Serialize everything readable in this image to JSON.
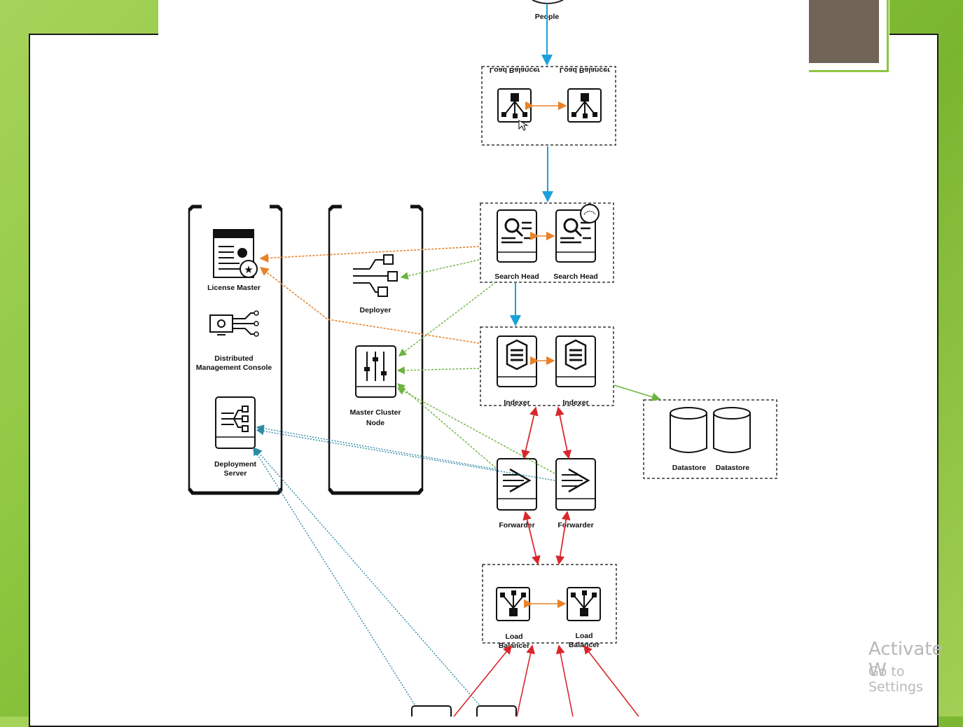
{
  "diagram": {
    "people": "People",
    "load_balancer": "Load Balancer",
    "load_balancer_flipped": "Load Balancer",
    "search_head": "Search Head",
    "indexer": "Indexer",
    "forwarder": "Forwarder",
    "datastore": "Datastore",
    "license_master": "License Master",
    "dmc_line1": "Distributed",
    "dmc_line2": "Management Console",
    "deployment_server_line1": "Deployment",
    "deployment_server_line2": "Server",
    "deployer": "Deployer",
    "master_line1": "Master Cluster",
    "master_line2": "Node",
    "lb_line1": "Load",
    "lb_line2": "Balancer"
  },
  "colors": {
    "blue": "#1ba1d9",
    "orange": "#e8822a",
    "green": "#6db33f",
    "red": "#d9262c",
    "teal": "#2f8aa8"
  },
  "watermark": {
    "line1": "Activate W",
    "line2": "Go to Settings"
  }
}
